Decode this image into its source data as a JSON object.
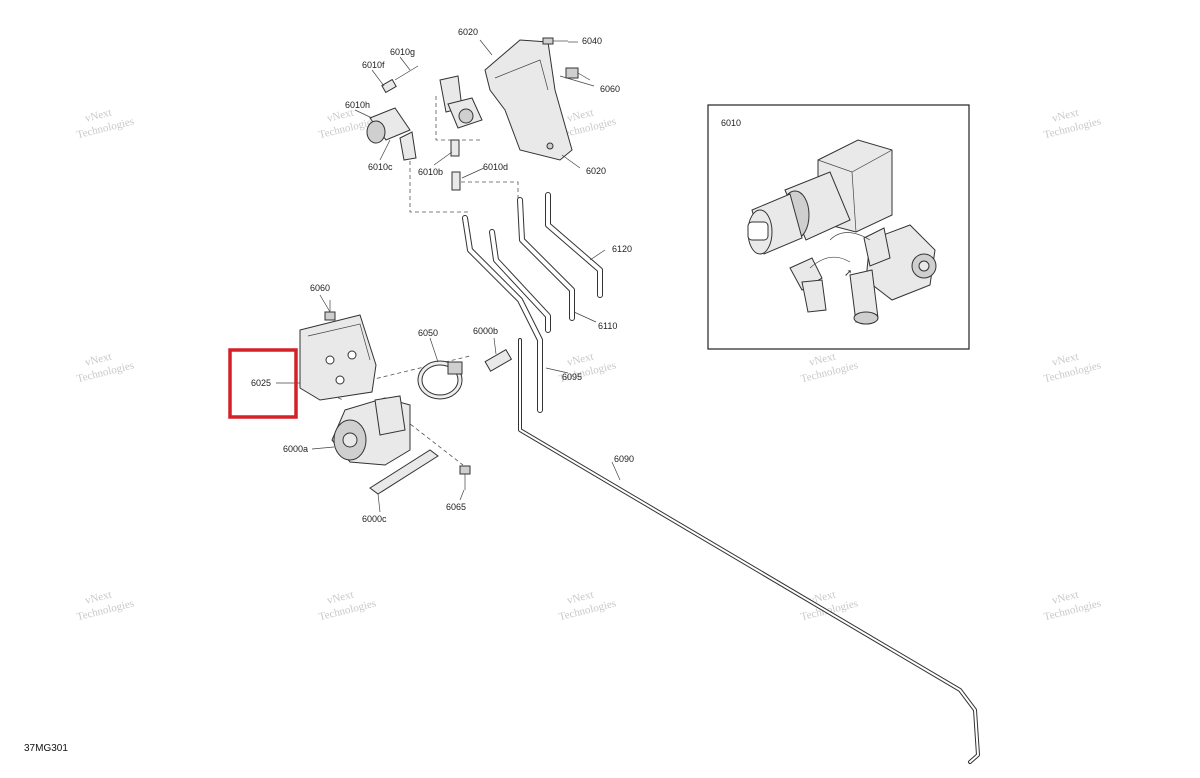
{
  "diagram_code": "37MG301",
  "watermark": {
    "line1": "vNext",
    "line2": "Technologies"
  },
  "inset": {
    "label": "6010"
  },
  "highlight_color": "#d42027",
  "callouts": {
    "c6020a": "6020",
    "c6040": "6040",
    "c6010g": "6010g",
    "c6010f": "6010f",
    "c6010h": "6010h",
    "c6060a": "6060",
    "c6020b": "6020",
    "c6010c": "6010c",
    "c6010b": "6010b",
    "c6010d": "6010d",
    "c6120": "6120",
    "c6110": "6110",
    "c6060b": "6060",
    "c6050": "6050",
    "c6000b": "6000b",
    "c6025": "6025",
    "c6095": "6095",
    "c6000a": "6000a",
    "c6090": "6090",
    "c6000c": "6000c",
    "c6065": "6065"
  }
}
